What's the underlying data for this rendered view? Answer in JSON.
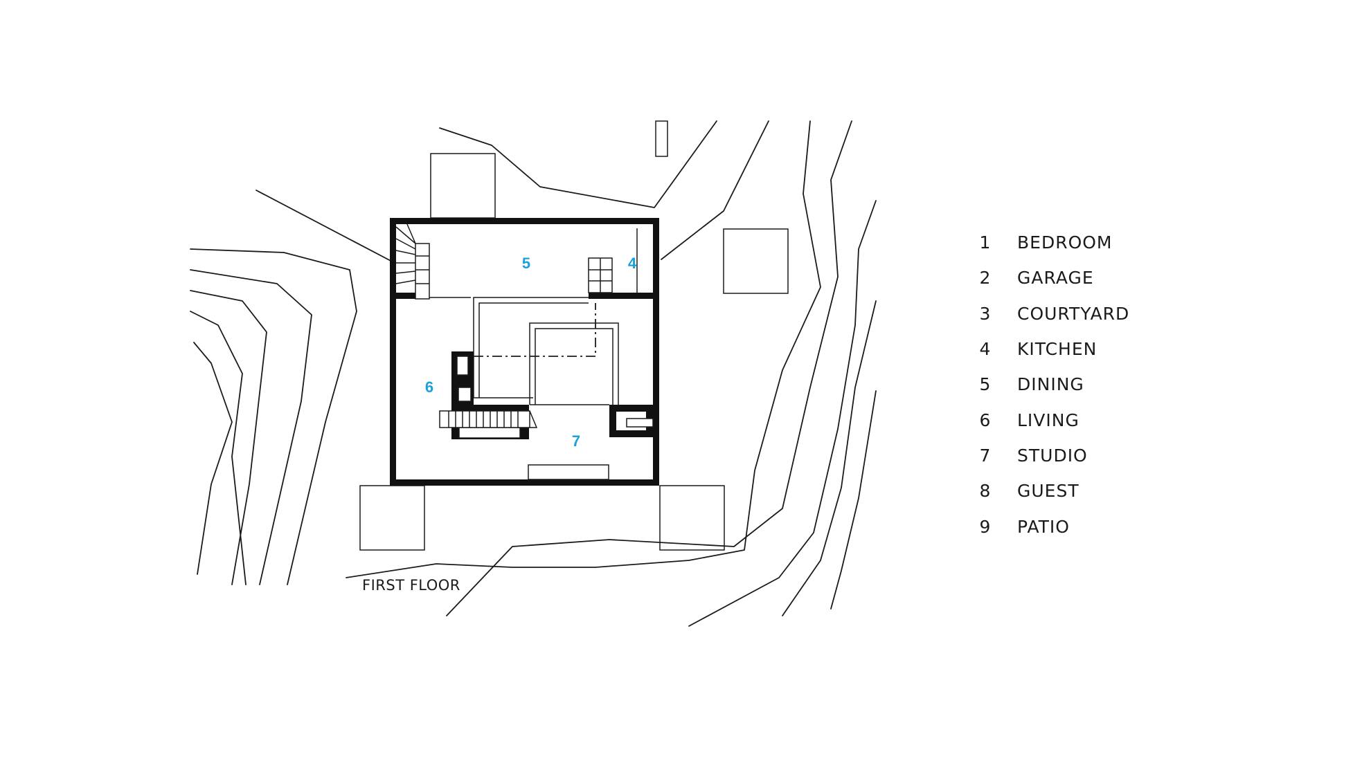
{
  "colors": {
    "accent": "#1aa0dc",
    "line": "#1a1a1a",
    "wall": "#111111",
    "background": "#ffffff"
  },
  "plan": {
    "floor_label": "FIRST FLOOR",
    "room_labels": [
      "5",
      "4",
      "6",
      "7"
    ]
  },
  "legend": {
    "items": [
      {
        "num": "1",
        "name": "BEDROOM"
      },
      {
        "num": "2",
        "name": "GARAGE"
      },
      {
        "num": "3",
        "name": "COURTYARD"
      },
      {
        "num": "4",
        "name": "KITCHEN"
      },
      {
        "num": "5",
        "name": "DINING"
      },
      {
        "num": "6",
        "name": "LIVING"
      },
      {
        "num": "7",
        "name": "STUDIO"
      },
      {
        "num": "8",
        "name": "GUEST"
      },
      {
        "num": "9",
        "name": "PATIO"
      }
    ]
  }
}
